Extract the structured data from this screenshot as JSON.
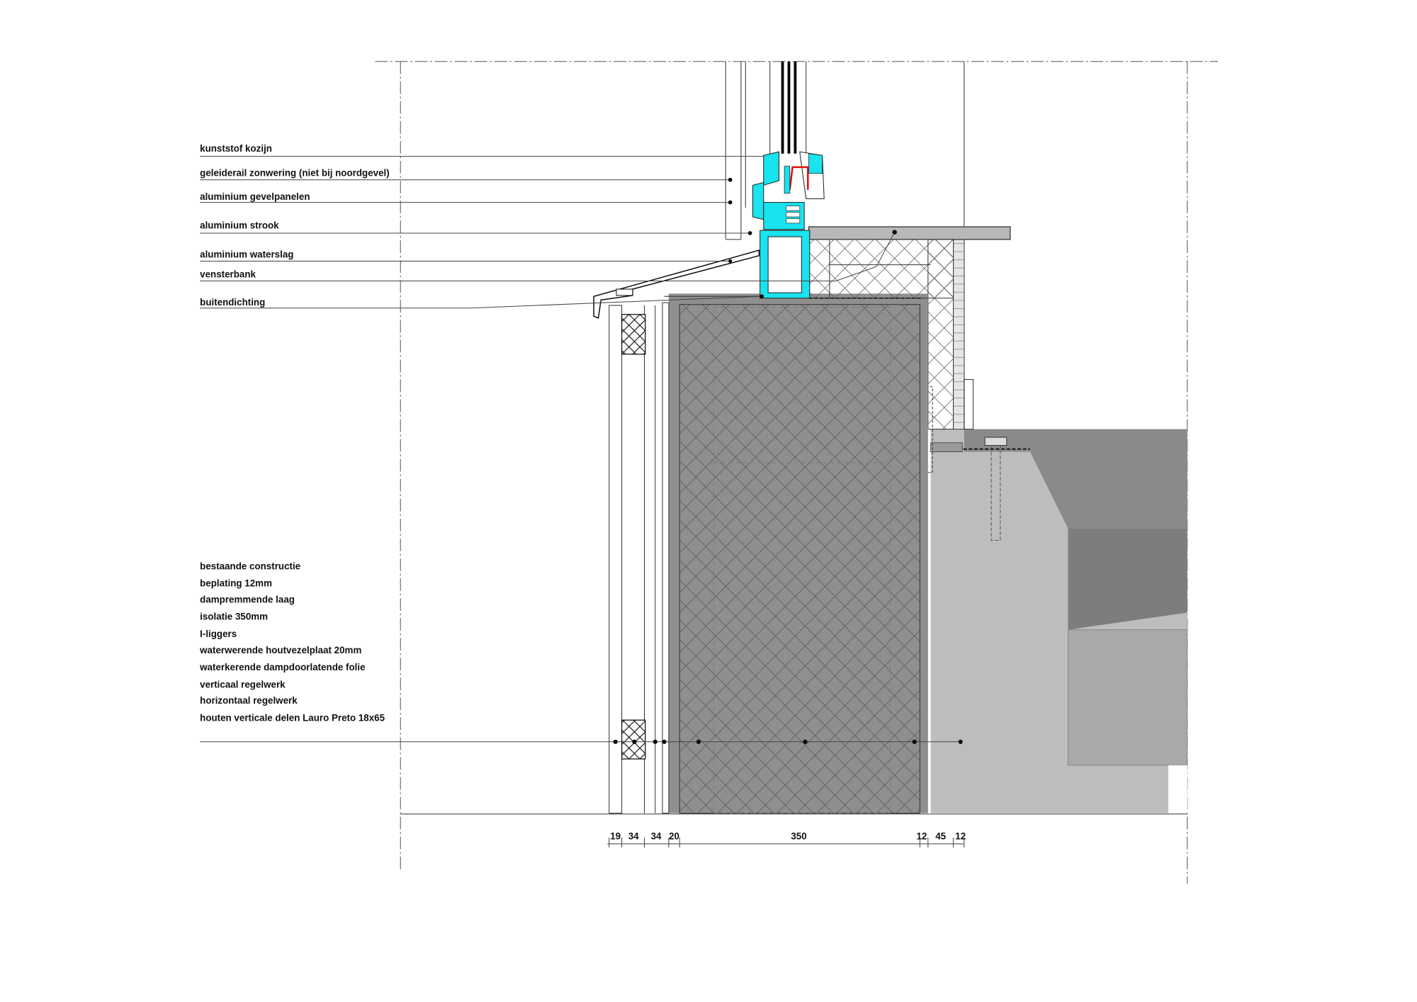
{
  "drawing": {
    "top_labels": [
      "kunststof kozijn",
      "geleiderail zonwering (niet bij noordgevel)",
      "aluminium gevelpanelen",
      "aluminium strook",
      "aluminium waterslag",
      "vensterbank",
      "buitendichting"
    ],
    "layer_labels": [
      "bestaande constructie",
      "beplating 12mm",
      "dampremmende laag",
      "isolatie 350mm",
      "I-liggers",
      "waterwerende houtvezelplaat 20mm",
      "waterkerende dampdoorlatende folie",
      "verticaal regelwerk",
      "horizontaal regelwerk",
      "houten verticale delen Lauro Preto 18x65"
    ],
    "dimensions": [
      "19",
      "34",
      "34",
      "20",
      "350",
      "12",
      "45",
      "12"
    ],
    "colors": {
      "frame": "#19e3ee",
      "seal": "#e01010",
      "concrete_light": "#bdbdbd",
      "concrete_dark": "#8a8a8a",
      "sill": "#b8b8b8"
    }
  }
}
